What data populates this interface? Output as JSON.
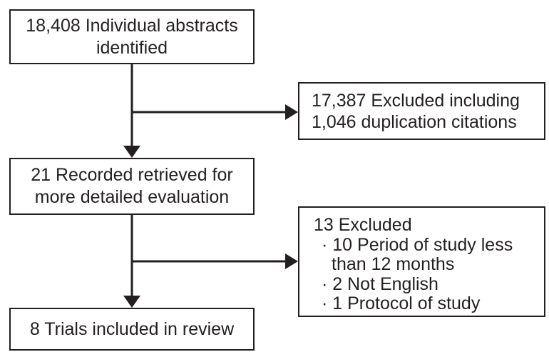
{
  "style": {
    "line_color": "#231f20",
    "box_border_color": "#231f20",
    "box_fill": "#ffffff",
    "page_bg": "#ffffff"
  },
  "boxes": {
    "identified": {
      "lines": [
        "18,408 Individual abstracts",
        "identified"
      ]
    },
    "excluded_first": {
      "lines": [
        "17,387 Excluded including",
        "1,046 duplication citations"
      ]
    },
    "retrieved": {
      "lines": [
        "21 Recorded retrieved for",
        "more detailed evaluation"
      ]
    },
    "excluded_second": {
      "lines": [
        "13 Excluded",
        "· 10 Period of study less",
        "than 12 months",
        "· 2 Not English",
        "· 1 Protocol of study"
      ]
    },
    "included": {
      "lines": [
        "8 Trials included in review"
      ]
    }
  }
}
